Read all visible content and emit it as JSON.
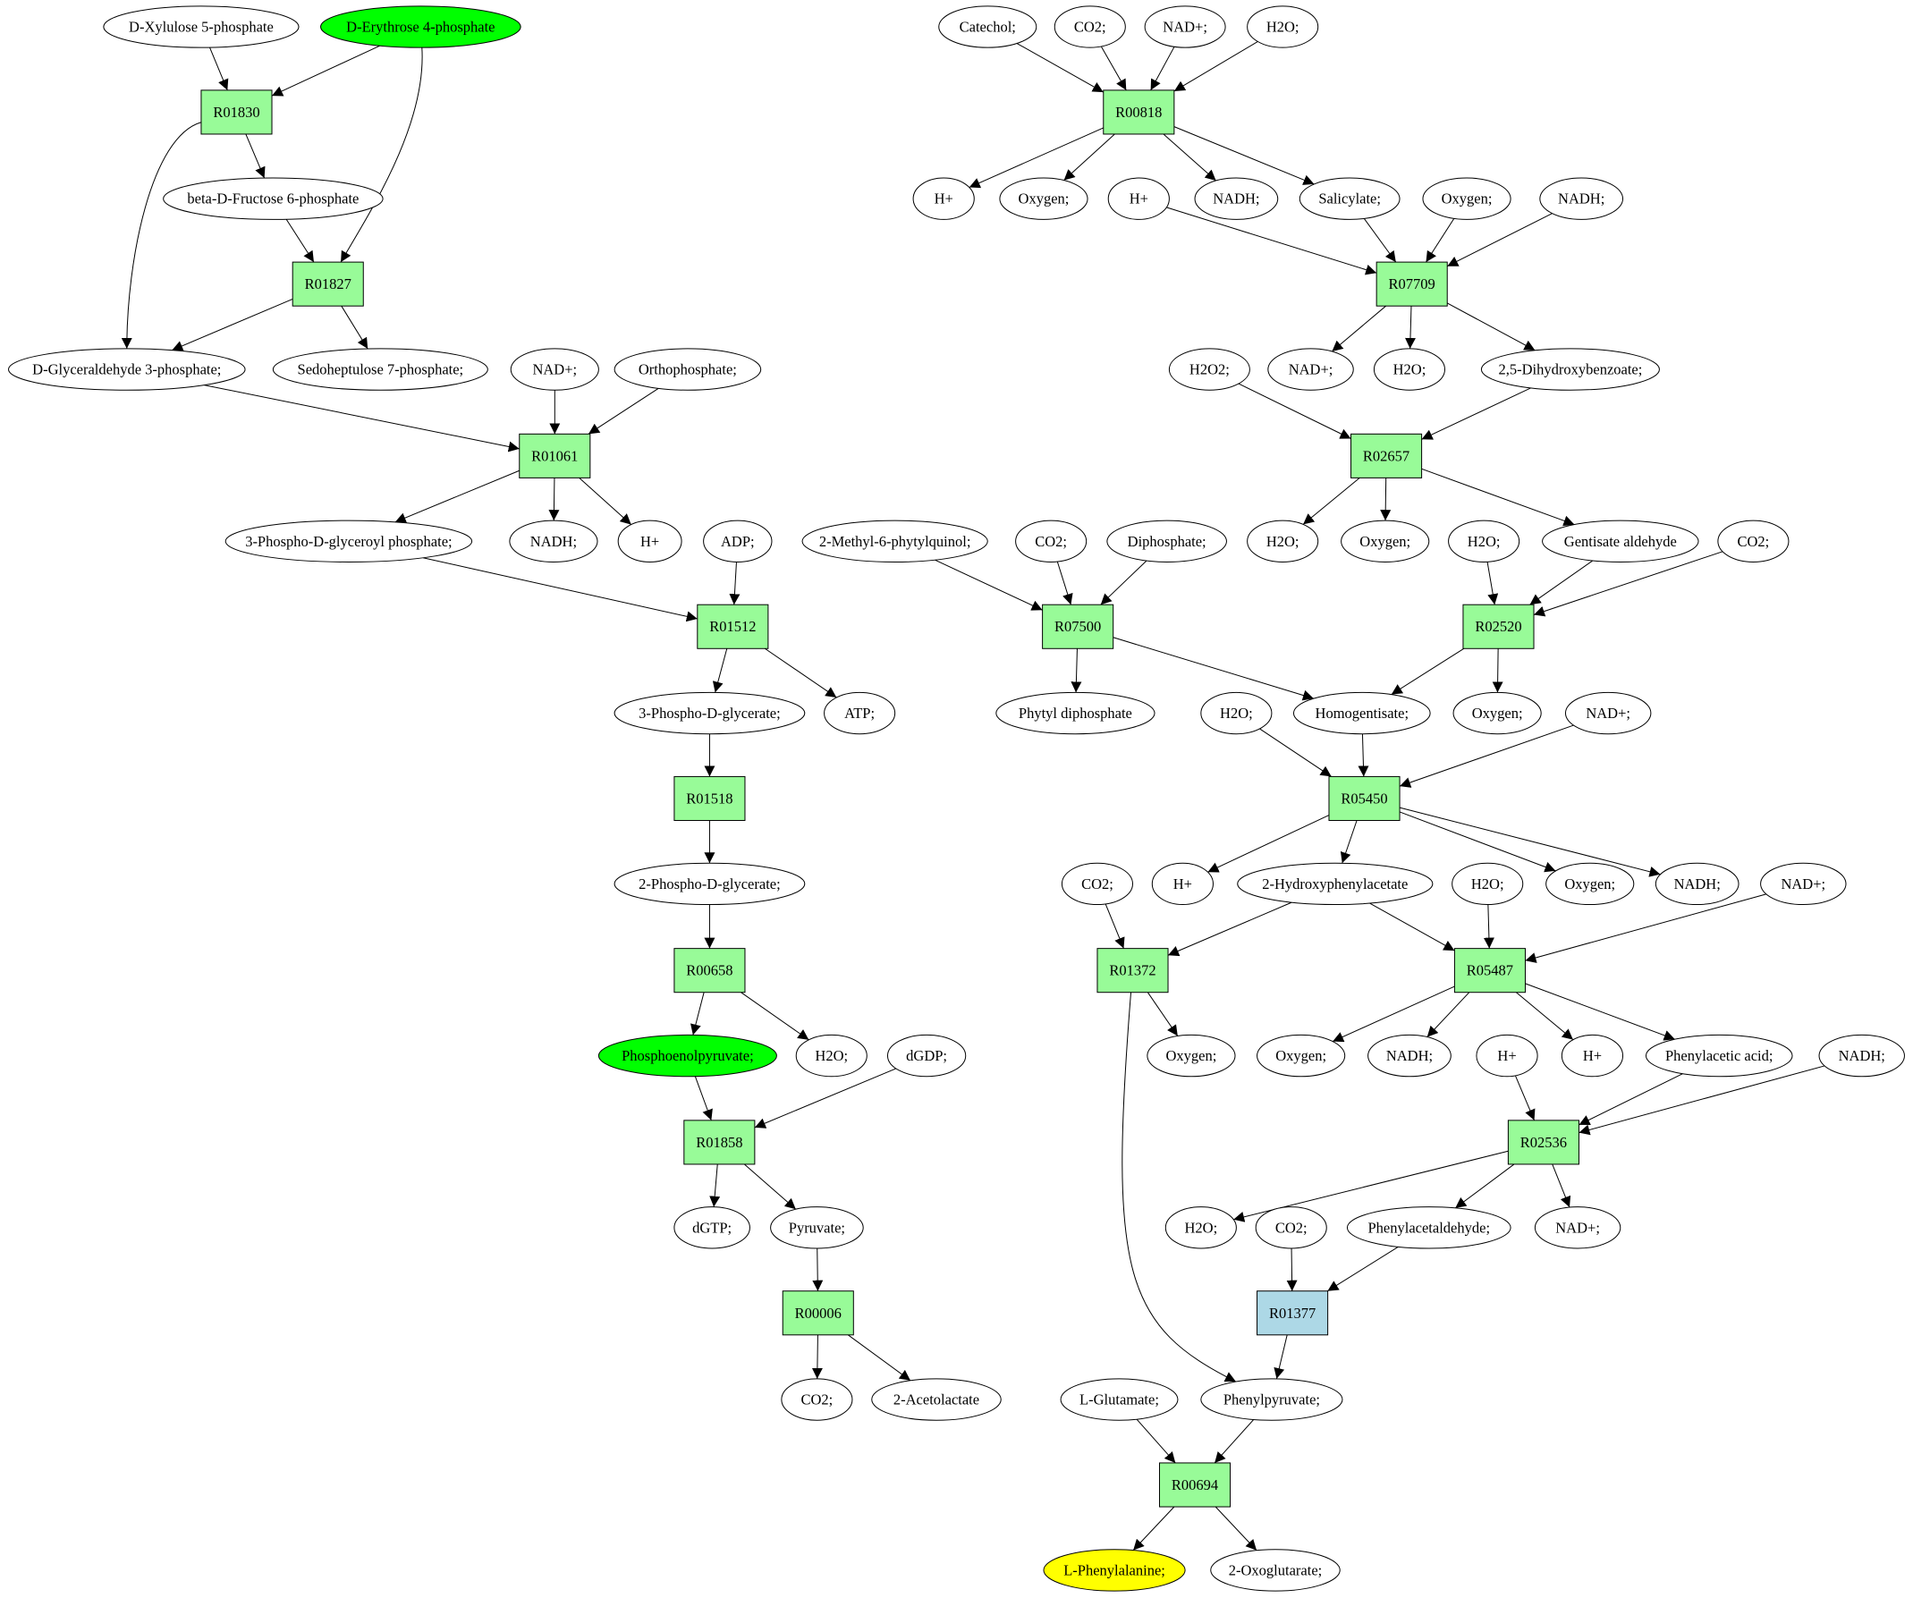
{
  "metabolites": {
    "d_xylulose_5p": "D-Xylulose 5-phosphate",
    "d_erythrose_4p": "D-Erythrose 4-phosphate",
    "beta_d_fructose_6p": "beta-D-Fructose 6-phosphate",
    "d_glyceraldehyde_3p": "D-Glyceraldehyde 3-phosphate;",
    "sedoheptulose_7p": "Sedoheptulose 7-phosphate;",
    "nad_1": "NAD+;",
    "orthophosphate": "Orthophosphate;",
    "phospho_glyceroyl_p": "3-Phospho-D-glyceroyl phosphate;",
    "nadh_1": "NADH;",
    "hplus_1": "H+",
    "adp": "ADP;",
    "phospho_3_glycerate": "3-Phospho-D-glycerate;",
    "atp": "ATP;",
    "phospho_2_glycerate": "2-Phospho-D-glycerate;",
    "pep": "Phosphoenolpyruvate;",
    "h2o_1": "H2O;",
    "dgdp": "dGDP;",
    "dgtp": "dGTP;",
    "pyruvate": "Pyruvate;",
    "co2_1": "CO2;",
    "acetolactate": "2-Acetolactate",
    "catechol": "Catechol;",
    "co2_2": "CO2;",
    "nad_2": "NAD+;",
    "h2o_2": "H2O;",
    "hplus_2": "H+",
    "oxygen_1": "Oxygen;",
    "hplus_3": "H+",
    "nadh_2": "NADH;",
    "salicylate": "Salicylate;",
    "oxygen_2": "Oxygen;",
    "nadh_3": "NADH;",
    "h2o2": "H2O2;",
    "nad_3": "NAD+;",
    "h2o_3": "H2O;",
    "dihydroxybenzoate": "2,5-Dihydroxybenzoate;",
    "h2o_4": "H2O;",
    "oxygen_3": "Oxygen;",
    "h2o_5": "H2O;",
    "gentisate_aldehyde": "Gentisate aldehyde",
    "co2_3": "CO2;",
    "methyl_phytylquinol": "2-Methyl-6-phytylquinol;",
    "co2_4": "CO2;",
    "diphosphate": "Diphosphate;",
    "phytyl_diphosphate": "Phytyl diphosphate",
    "h2o_6": "H2O;",
    "homogentisate": "Homogentisate;",
    "oxygen_4": "Oxygen;",
    "nad_4": "NAD+;",
    "co2_5": "CO2;",
    "hplus_4": "H+",
    "hydroxyphenylacetate": "2-Hydroxyphenylacetate",
    "h2o_7": "H2O;",
    "oxygen_5": "Oxygen;",
    "nadh_4": "NADH;",
    "nad_5": "NAD+;",
    "oxygen_6": "Oxygen;",
    "oxygen_7": "Oxygen;",
    "nadh_5": "NADH;",
    "hplus_5": "H+",
    "hplus_6": "H+",
    "phenylacetic_acid": "Phenylacetic acid;",
    "nadh_6": "NADH;",
    "h2o_8": "H2O;",
    "co2_6": "CO2;",
    "phenylacetaldehyde": "Phenylacetaldehyde;",
    "nad_6": "NAD+;",
    "l_glutamate": "L-Glutamate;",
    "phenylpyruvate": "Phenylpyruvate;",
    "l_phenylalanine": "L-Phenylalanine;",
    "oxoglutarate": "2-Oxoglutarate;"
  },
  "reactions": {
    "R01830": "R01830",
    "R01827": "R01827",
    "R01061": "R01061",
    "R01512": "R01512",
    "R01518": "R01518",
    "R00658": "R00658",
    "R01858": "R01858",
    "R00006": "R00006",
    "R00818": "R00818",
    "R07709": "R07709",
    "R02657": "R02657",
    "R07500": "R07500",
    "R02520": "R02520",
    "R05450": "R05450",
    "R01372": "R01372",
    "R05487": "R05487",
    "R02536": "R02536",
    "R01377": "R01377",
    "R00694": "R00694"
  },
  "colors": {
    "reaction_fill": "#98fb98",
    "highlight_reaction_fill": "#add8e6",
    "source_metabolite_fill": "#00ff00",
    "target_metabolite_fill": "#ffff00",
    "metabolite_fill": "#ffffff",
    "stroke": "#000000"
  }
}
